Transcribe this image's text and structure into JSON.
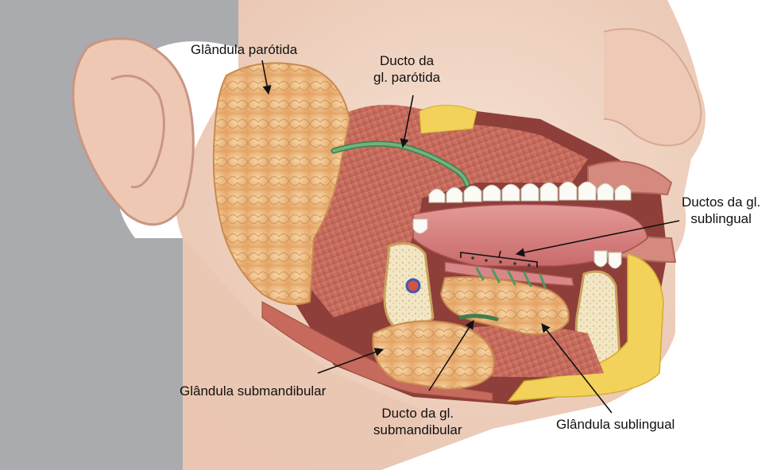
{
  "labels": {
    "parotid_gland": "Glândula parótida",
    "parotid_duct": [
      "Ducto da",
      "gl. parótida"
    ],
    "sublingual_ducts": [
      "Ductos da gl.",
      "sublingual"
    ],
    "submandibular_gland": "Glândula submandibular",
    "submandibular_duct": [
      "Ducto da gl.",
      "submandibular"
    ],
    "sublingual_gland": "Glândula sublingual"
  },
  "colors": {
    "skin": "#efd3c3",
    "hair": "#8c8f94",
    "gland": "#f0c38a",
    "muscle": "#c96a5a",
    "duct": "#5a9a67",
    "bone": "#f3e6c4",
    "fat": "#f2d25a",
    "teeth": "#fbfaf5"
  }
}
